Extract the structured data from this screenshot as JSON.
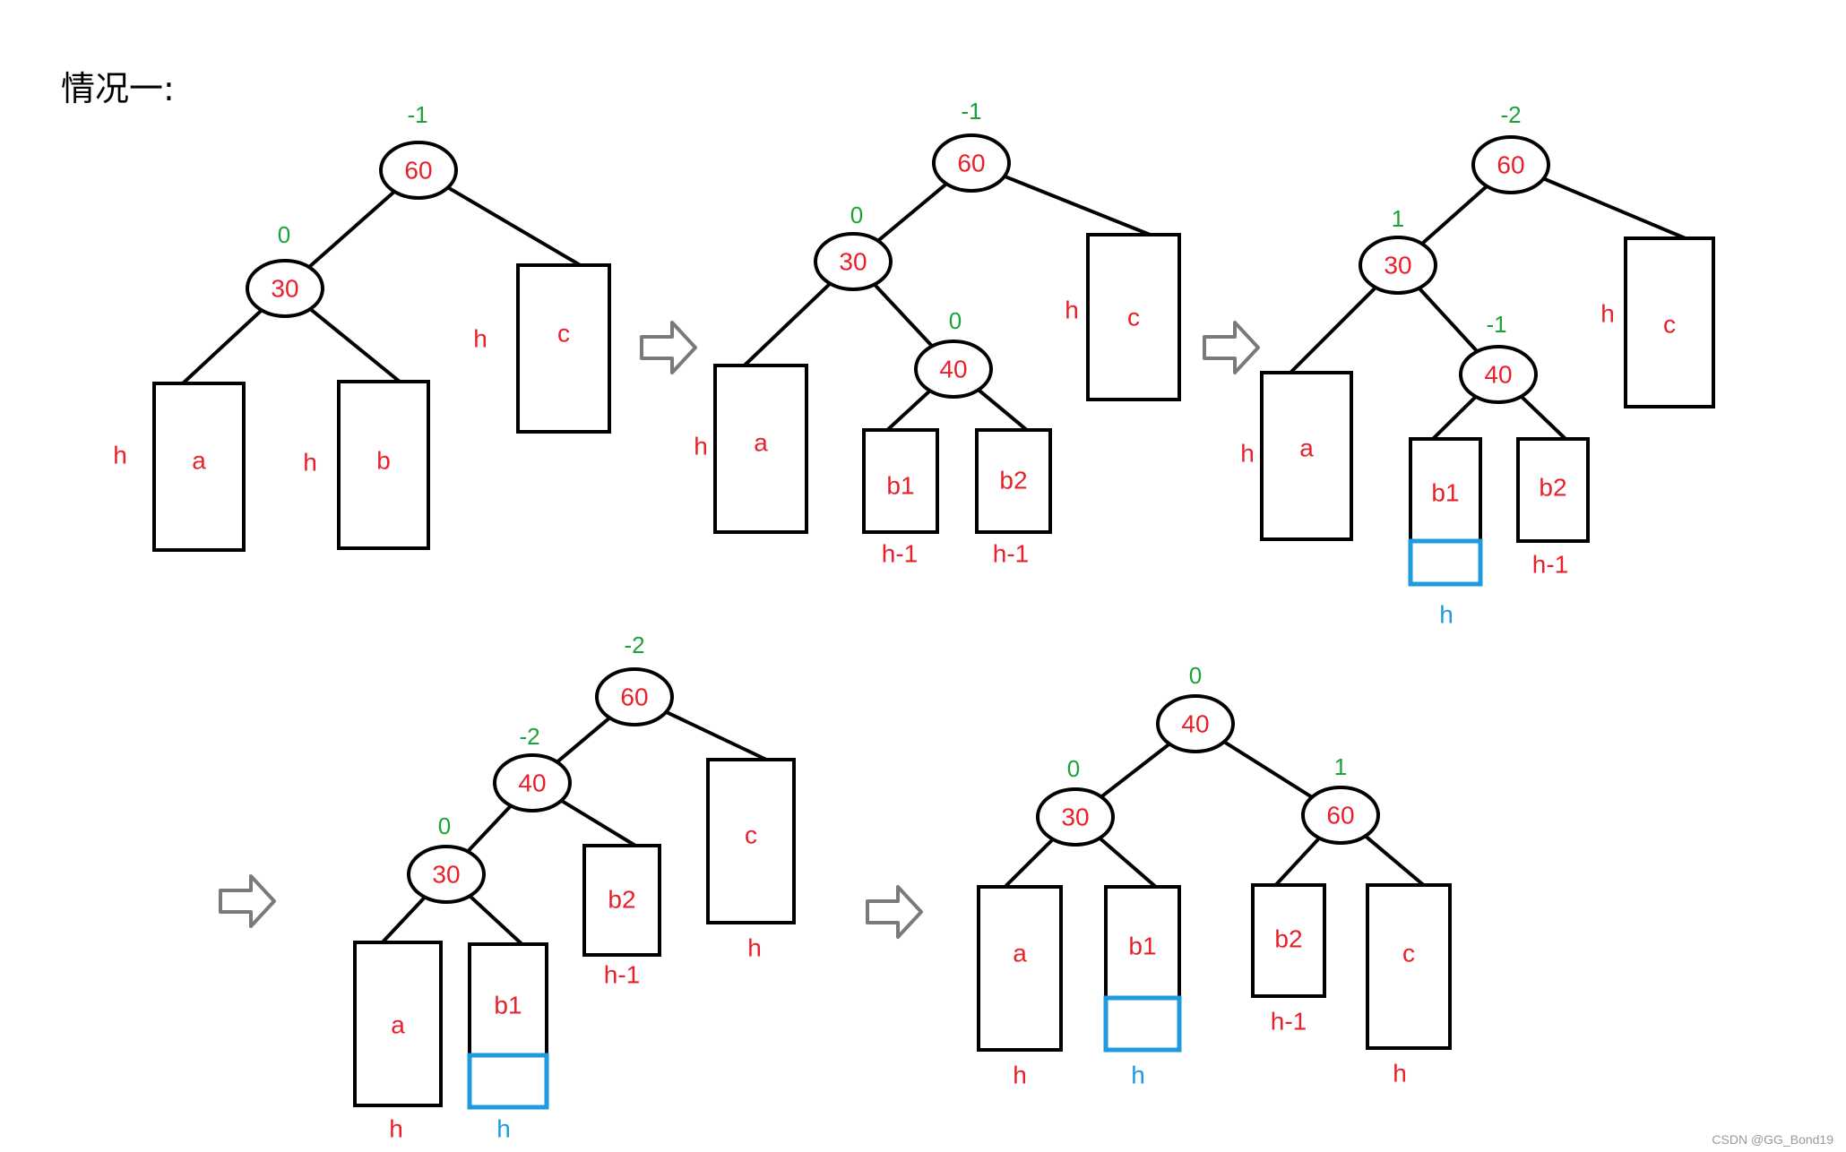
{
  "title": "情况一:",
  "watermark": "CSDN @GG_Bond19",
  "colors": {
    "node_text": "#e8202a",
    "balance": "#1aa33a",
    "outline": "#000000",
    "highlight": "#1e9be0",
    "arrow": "#7a7a7a"
  },
  "panels": [
    {
      "nodes": [
        {
          "label": "60",
          "balance": "-1"
        },
        {
          "label": "30",
          "balance": "0"
        }
      ],
      "boxes": [
        {
          "label": "a",
          "height": "h"
        },
        {
          "label": "b",
          "height": "h"
        },
        {
          "label": "c",
          "height": "h"
        }
      ]
    },
    {
      "nodes": [
        {
          "label": "60",
          "balance": "-1"
        },
        {
          "label": "30",
          "balance": "0"
        },
        {
          "label": "40",
          "balance": "0"
        }
      ],
      "boxes": [
        {
          "label": "a",
          "height": "h"
        },
        {
          "label": "b1",
          "height": "h-1"
        },
        {
          "label": "b2",
          "height": "h-1"
        },
        {
          "label": "c",
          "height": "h"
        }
      ]
    },
    {
      "nodes": [
        {
          "label": "60",
          "balance": "-2"
        },
        {
          "label": "30",
          "balance": "1"
        },
        {
          "label": "40",
          "balance": "-1"
        }
      ],
      "boxes": [
        {
          "label": "a",
          "height": "h"
        },
        {
          "label": "b1",
          "height": "h"
        },
        {
          "label": "b2",
          "height": "h-1"
        },
        {
          "label": "c",
          "height": "h"
        }
      ]
    },
    {
      "nodes": [
        {
          "label": "60",
          "balance": "-2"
        },
        {
          "label": "40",
          "balance": "-2"
        },
        {
          "label": "30",
          "balance": "0"
        }
      ],
      "boxes": [
        {
          "label": "a",
          "height": "h"
        },
        {
          "label": "b1",
          "height": "h"
        },
        {
          "label": "b2",
          "height": "h-1"
        },
        {
          "label": "c",
          "height": "h"
        }
      ]
    },
    {
      "nodes": [
        {
          "label": "40",
          "balance": "0"
        },
        {
          "label": "30",
          "balance": "0"
        },
        {
          "label": "60",
          "balance": "1"
        }
      ],
      "boxes": [
        {
          "label": "a",
          "height": "h"
        },
        {
          "label": "b1",
          "height": "h"
        },
        {
          "label": "b2",
          "height": "h-1"
        },
        {
          "label": "c",
          "height": "h"
        }
      ]
    }
  ]
}
